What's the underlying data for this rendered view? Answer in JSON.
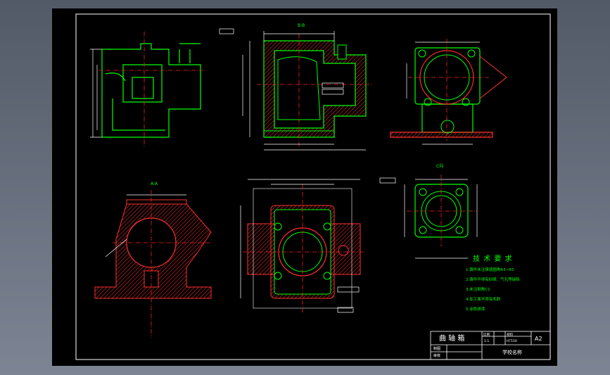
{
  "colors": {
    "background_gradient_top": "#525a68",
    "sheet": "#000000",
    "frame": "#ffffff",
    "outline": "#00ff00",
    "hatch": "#ff3030",
    "dimension": "#ffffff",
    "center_line": "#ff2020",
    "text_requirements": "#00ff00"
  },
  "views": {
    "top_center_label": "B-B",
    "bottom_left_label": "A-A",
    "right_detail_label": "C向"
  },
  "tech": {
    "title": "技 术 要 求",
    "lines": [
      "1.铸件未注铸造圆角R3~R5",
      "2.铸件不得有砂眼、气孔等缺陷",
      "3.未注倒角C1",
      "4.加工面不得有毛刺",
      "5.涂防锈漆"
    ]
  },
  "title_block": {
    "part_name": "曲 轴 箱",
    "scale_label": "比例",
    "scale_value": "1:1",
    "material_label": "材料",
    "material_value": "HT150",
    "drawn_label": "制图",
    "checked_label": "审核",
    "sheet_size": "A2",
    "school": "学校名称"
  }
}
